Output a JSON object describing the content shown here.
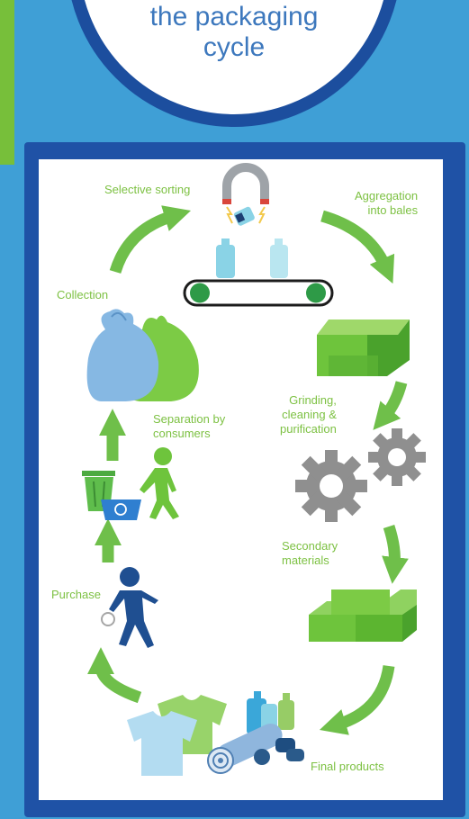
{
  "title": {
    "line1": "the packaging",
    "line2": "cycle"
  },
  "steps": {
    "selective_sorting": "Selective sorting",
    "aggregation_l1": "Aggregation",
    "aggregation_l2": "into bales",
    "grinding_l1": "Grinding,",
    "grinding_l2": "cleaning &",
    "grinding_l3": "purification",
    "secondary_l1": "Secondary",
    "secondary_l2": "materials",
    "final_products": "Final products",
    "purchase": "Purchase",
    "separation_l1": "Separation by",
    "separation_l2": "consumers",
    "collection": "Collection"
  },
  "colors": {
    "background": "#3f9fd6",
    "frame": "#1f52a6",
    "title_ring": "#1c4e9e",
    "title_text": "#3d78bd",
    "label": "#7dc143",
    "arrow": "#6fbf4a"
  },
  "icons": [
    "magnet-icon",
    "conveyor-belt-icon",
    "bottle-icon",
    "bales-icon",
    "gears-icon",
    "material-blocks-icon",
    "tshirt-icon",
    "fabric-roll-icon",
    "shopper-icon",
    "recycle-bin-icon",
    "walking-person-icon",
    "trash-bags-icon",
    "cycle-arrow-icon"
  ]
}
